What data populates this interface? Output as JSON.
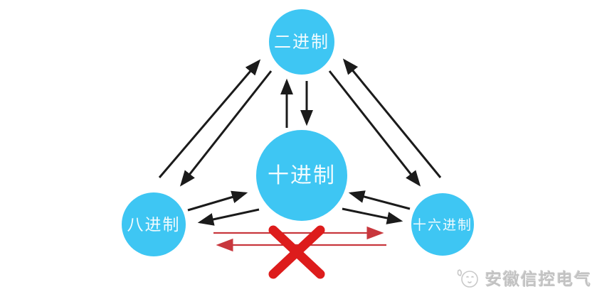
{
  "diagram": {
    "nodes": {
      "binary": {
        "label": "二进制"
      },
      "decimal": {
        "label": "十进制"
      },
      "octal": {
        "label": "八进制"
      },
      "hexadecimal": {
        "label": "十六进制"
      }
    },
    "edges": [
      {
        "from": "binary",
        "to": "octal",
        "type": "bidirectional"
      },
      {
        "from": "binary",
        "to": "decimal",
        "type": "bidirectional"
      },
      {
        "from": "binary",
        "to": "hexadecimal",
        "type": "bidirectional"
      },
      {
        "from": "octal",
        "to": "decimal",
        "type": "bidirectional"
      },
      {
        "from": "decimal",
        "to": "hexadecimal",
        "type": "bidirectional"
      },
      {
        "from": "octal",
        "to": "hexadecimal",
        "type": "bidirectional-blocked"
      }
    ],
    "colors": {
      "node_fill": "#3ec6f3",
      "node_text": "#ffffff",
      "arrow": "#1b1b1b",
      "blocked_red": "#dd1c1c"
    }
  },
  "watermark": {
    "text": "安徽信控电气"
  }
}
